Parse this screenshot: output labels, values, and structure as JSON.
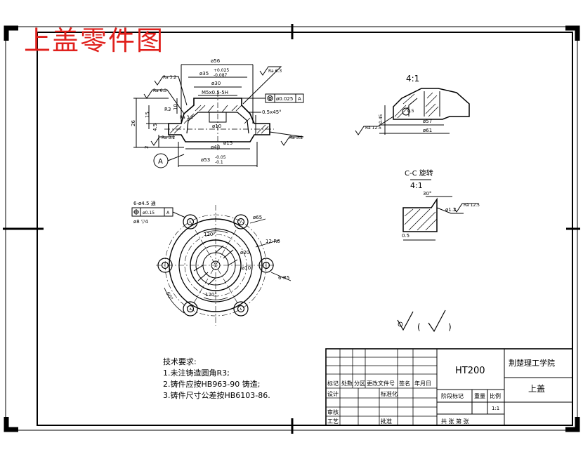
{
  "title": "上盖零件图",
  "material": "HT200",
  "school": "荆楚理工学院",
  "part_name": "上盖",
  "tech_req": {
    "heading": "技术要求:",
    "items": [
      "1.未注铸造圆角R3;",
      "2.铸件应按HB963-90 铸造;",
      "3.铸件尺寸公差按HB6103-86."
    ]
  },
  "titleblock": {
    "row_labels": [
      "标记",
      "处数",
      "分区",
      "更改文件号",
      "签名",
      "年月日"
    ],
    "left_labels": [
      "设计",
      "审核",
      "工艺"
    ],
    "mid_labels": [
      "标准化",
      "批准"
    ],
    "stage_label": "阶段标记",
    "weight_label": "重量",
    "scale_label": "比例",
    "scale_value": "1:1",
    "sheet_text": "共   张 第   张"
  },
  "detail_scale": "4:1",
  "section_label": "C-C 旋转",
  "section_scale": "4:1",
  "roughness_rest": "√ ( √ )",
  "dims": {
    "d56": "ø56",
    "d35": "ø35",
    "d35_tol_up": "+0.025",
    "d35_tol_low": "-0.087",
    "d30": "ø30",
    "thread": "M5x0.5-5H",
    "runout": "ø0.025",
    "runout_datum": "A",
    "chamfer": "0.5x45°",
    "d48": "ø48",
    "d15": "ø15",
    "d53": "ø53",
    "d53_tol_up": "-0.05",
    "d53_tol_low": "-0.1",
    "d10": "ø10",
    "h26": "26",
    "h15": "15",
    "h45": "4.5",
    "h2": "2",
    "h10": "10",
    "r3": "R3",
    "ra32_a": "Ra 3.2",
    "ra63_a": "Ra 6.3",
    "ra32_b": "Ra 3.2",
    "ra63_b": "Ra 6.3",
    "ra32_c": "Ra 3.2",
    "ra32_d": "Ra 3.2",
    "datum_a": "A",
    "d57": "ø57",
    "d61": "ø61",
    "d_det": "0.5",
    "ra125_det": "Ra 12.5",
    "det_045": "0.45",
    "holes": "6-ø4.5 通",
    "holes_pos": "ø0.15",
    "holes_datum": "A",
    "holes_cb": "ø8 ▽4",
    "d65": "ø65",
    "r16": "12-R6",
    "d10b": "ø10",
    "r5": "6-R5",
    "ang120": "120°",
    "ang60": "60°",
    "d20": "ø20",
    "ang30": "30°",
    "sec_d": "ø1.2",
    "sec_ra": "Ra 12.5",
    "sec_05": "0.5"
  },
  "colors": {
    "title": "#e0201c",
    "line": "#000000"
  }
}
